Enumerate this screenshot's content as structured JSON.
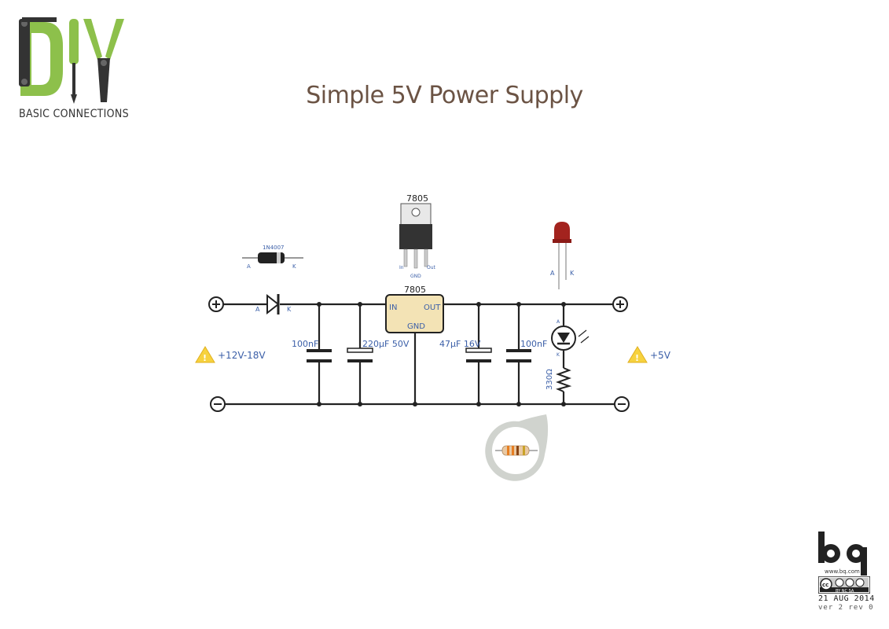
{
  "brand": {
    "logo_text": "DIY",
    "subtitle": "BASIC CONNECTIONS"
  },
  "title": "Simple 5V Power Supply",
  "components": {
    "diode_part": "1N4007",
    "diode_anode": "A",
    "diode_cathode": "K",
    "regulator_part": "7805",
    "regulator_pins": [
      "In",
      "GND",
      "Out"
    ],
    "regulator_box_label": "7805",
    "regulator_in": "IN",
    "regulator_out": "OUT",
    "regulator_gnd": "GND",
    "led_anode": "A",
    "led_cathode": "K",
    "cap1": "100nF",
    "cap2": "220µF 50V",
    "cap3": "47µF 16V",
    "cap4": "100nF",
    "resistor": "330Ω",
    "input_voltage": "+12V-18V",
    "output_voltage": "+5V"
  },
  "colors": {
    "label_blue": "#3b5fa8",
    "title_brown": "#6b5344",
    "logo_green": "#8dc04b",
    "regulator_fill": "#f3e3b5",
    "warning_yellow": "#f7d23e"
  },
  "footer": {
    "url": "www.bq.com",
    "license": "cc BY NC SA",
    "date": "21 AUG 2014",
    "revision": "ver 2 rev 0",
    "company": "bq"
  }
}
